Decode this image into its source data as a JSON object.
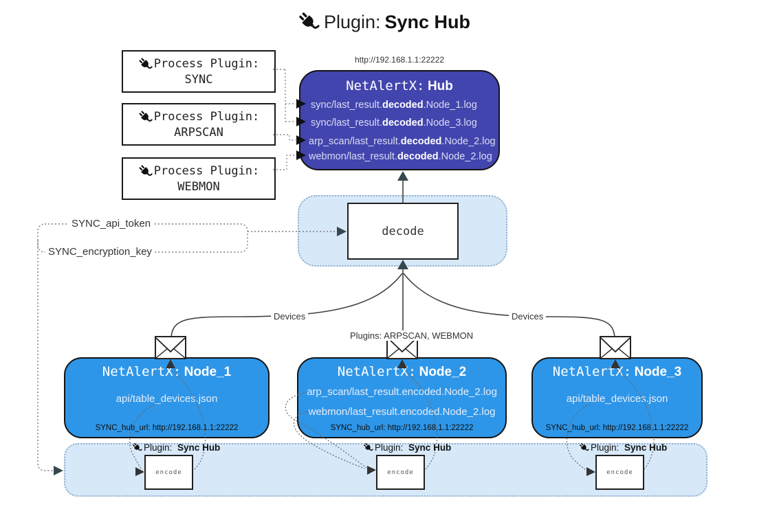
{
  "title": {
    "label": "Plugin:",
    "name": "Sync Hub"
  },
  "process_plugins": [
    {
      "label": "Process Plugin:",
      "name": "SYNC"
    },
    {
      "label": "Process Plugin:",
      "name": "ARPSCAN"
    },
    {
      "label": "Process Plugin:",
      "name": "WEBMON"
    }
  ],
  "hub": {
    "url": "http://192.168.1.1:22222",
    "product": "NetAlertX:",
    "name": "Hub",
    "log_lines": [
      {
        "prefix": "sync/last_result.",
        "bold": "decoded",
        "suffix": ".Node_1.log"
      },
      {
        "prefix": "sync/last_result.",
        "bold": "decoded",
        "suffix": ".Node_3.log"
      },
      {
        "prefix": "arp_scan/last_result.",
        "bold": "decoded",
        "suffix": ".Node_2.log"
      },
      {
        "prefix": "webmon/last_result.",
        "bold": "decoded",
        "suffix": ".Node_2.log"
      }
    ]
  },
  "decode": {
    "label": "decode"
  },
  "secrets": {
    "api_token": "SYNC_api_token",
    "encryption_key": "SYNC_encryption_key"
  },
  "edge_labels": {
    "left": "Devices",
    "middle": "Plugins: ARPSCAN, WEBMON",
    "right": "Devices"
  },
  "nodes": [
    {
      "product": "NetAlertX:",
      "name": "Node_1",
      "files": [
        "api/table_devices.json"
      ],
      "hub_url": "SYNC_hub_url: http://192.168.1.1:22222"
    },
    {
      "product": "NetAlertX:",
      "name": "Node_2",
      "files": [
        "arp_scan/last_result.encoded.Node_2.log",
        "webmon/last_result.encoded.Node_2.log"
      ],
      "hub_url": "SYNC_hub_url: http://192.168.1.1:22222"
    },
    {
      "product": "NetAlertX:",
      "name": "Node_3",
      "files": [
        "api/table_devices.json"
      ],
      "hub_url": "SYNC_hub_url: http://192.168.1.1:22222"
    }
  ],
  "encode_panel": {
    "plugin_label": "Plugin:",
    "plugin_name": "Sync Hub",
    "encode_label": "encode"
  },
  "colors": {
    "hub_bg": "#4345AE",
    "node_bg": "#2E96E8",
    "panel_bg": "#D7E8F9",
    "panel_border": "#8FAECD",
    "arrow_dark": "#37474F"
  }
}
